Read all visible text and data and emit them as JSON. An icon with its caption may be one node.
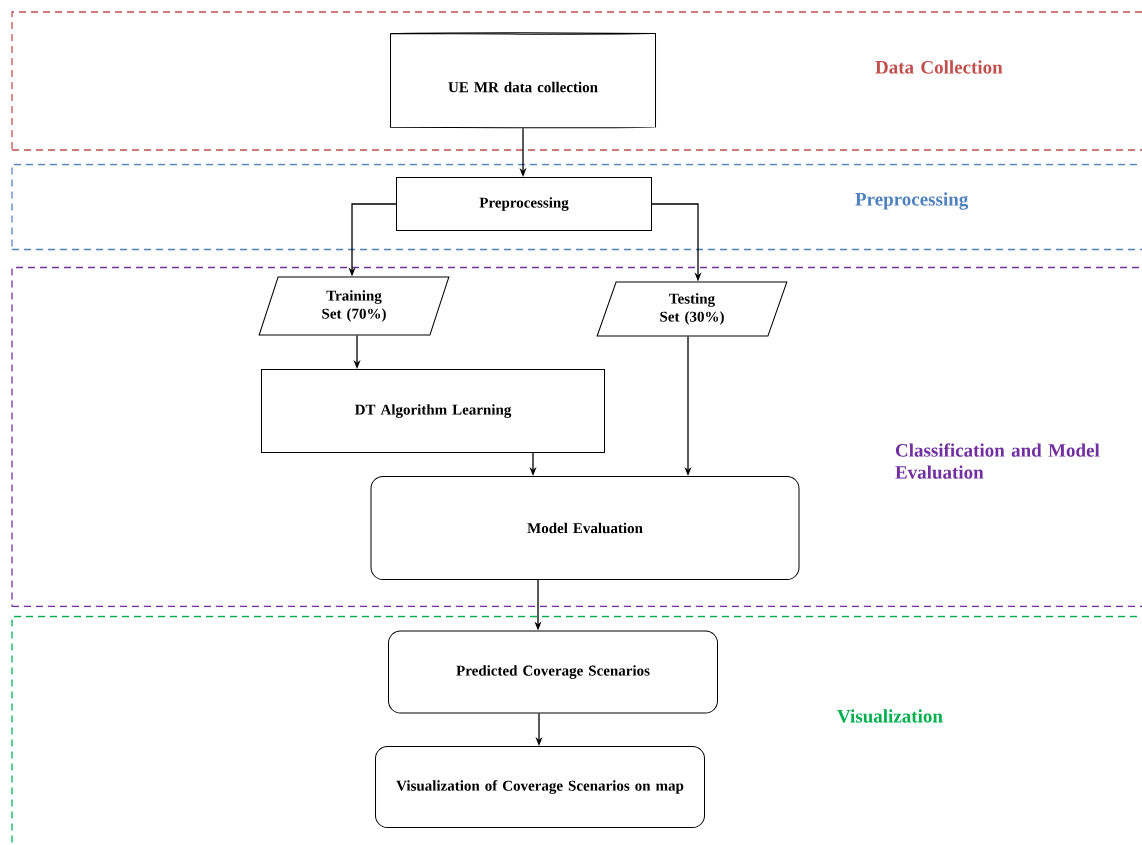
{
  "diagram": {
    "nodes": [
      {
        "text": [
          "Data Collection"
        ]
      },
      {
        "text": [
          "UE MR data collection"
        ],
        "in": 0
      },
      {
        "text": [
          "Preprocessing"
        ]
      },
      {
        "text": [
          "Preprocessing"
        ],
        "in": 2
      },
      {
        "text": [
          "Classification and Model Evaluation"
        ]
      },
      {
        "text": [
          "Training Set (70%)"
        ],
        "in": 4
      },
      {
        "text": [
          "Testing Set (30%)"
        ],
        "in": 4
      },
      {
        "text": [
          "DT Algorithm Learning"
        ],
        "in": 4
      },
      {
        "text": [
          "Model Evaluation"
        ],
        "in": 4
      },
      {
        "text": [
          "Visualization"
        ]
      },
      {
        "text": [
          "Predicted Coverage Scenarios"
        ],
        "in": 9
      },
      {
        "text": [
          "Visualization of Coverage Scenarios on map"
        ],
        "in": 9
      }
    ],
    "edges": [
      {
        "from": 1,
        "to": 3,
        "arrow": "to"
      },
      {
        "from": 3,
        "to": 5,
        "arrow": "to"
      },
      {
        "from": 3,
        "to": 6,
        "arrow": "to"
      },
      {
        "from": 5,
        "to": 7,
        "arrow": "to"
      },
      {
        "from": 7,
        "to": 8,
        "arrow": "to"
      },
      {
        "from": 6,
        "to": 8,
        "arrow": "to"
      },
      {
        "from": 8,
        "to": 10,
        "arrow": "to"
      },
      {
        "from": 10,
        "to": 11,
        "arrow": "to"
      }
    ]
  }
}
